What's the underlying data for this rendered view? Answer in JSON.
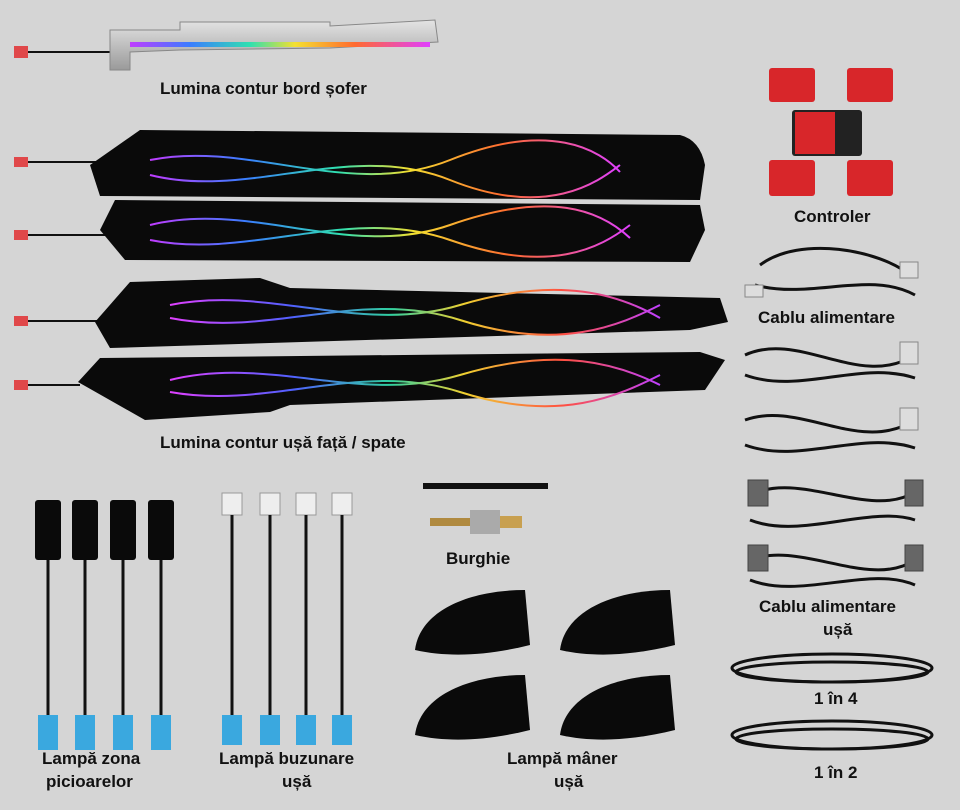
{
  "labels": {
    "driver_dash_light": "Lumina contur bord șofer",
    "door_light": "Lumina contur ușă față / spate",
    "controller": "Controler",
    "power_cable": "Cablu alimentare",
    "door_power_cable_l1": "Cablu alimentare",
    "door_power_cable_l2": "ușă",
    "splitter_1_4": "1 în 4",
    "splitter_1_2": "1 în 2",
    "drill": "Burghie",
    "footwell_lamp_l1": "Lampă zona",
    "footwell_lamp_l2": "picioarelor",
    "door_pocket_lamp_l1": "Lampă buzunare",
    "door_pocket_lamp_l2": "ușă",
    "handle_lamp_l1": "Lampă mâner",
    "handle_lamp_l2": "ușă"
  },
  "colors": {
    "background": "#d5d5d5",
    "panel": "#0a0a0a",
    "connector_red": "#e0484a",
    "controller_red": "#d8262a",
    "connector_blue": "#3aa8df"
  }
}
